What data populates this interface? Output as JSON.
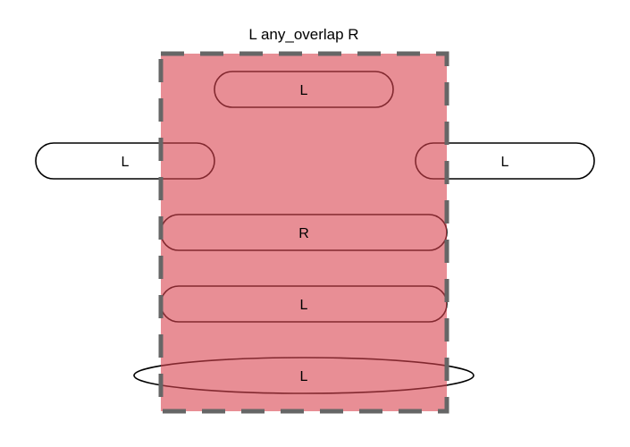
{
  "title": "L any_overlap R",
  "region": {
    "fill": "#d9434f",
    "fill_opacity": 0.6,
    "border_color": "#666666",
    "border_style": "dashed"
  },
  "pills": [
    {
      "label": "L"
    },
    {
      "label": "L"
    },
    {
      "label": "L"
    },
    {
      "label": "R"
    },
    {
      "label": "L"
    },
    {
      "label": "L"
    }
  ],
  "pill_stroke": "#000000"
}
